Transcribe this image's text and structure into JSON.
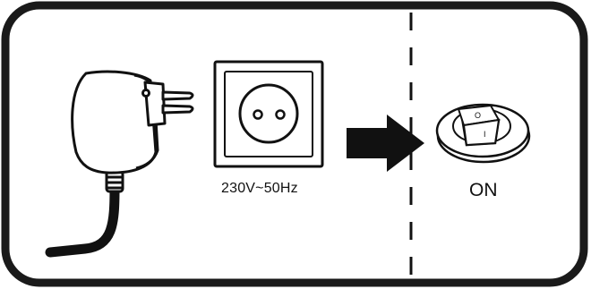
{
  "panel": {
    "voltage_label": "230V~50Hz",
    "switch_state_label": "ON",
    "switch_marks": {
      "off_mark": "O",
      "on_mark": "I"
    }
  },
  "icons": [
    "power-adapter-icon",
    "wall-socket-icon",
    "arrow-right-icon",
    "rocker-switch-icon"
  ],
  "colors": {
    "ink": "#111111",
    "background": "#ffffff",
    "frame": "#1a1a1a"
  }
}
